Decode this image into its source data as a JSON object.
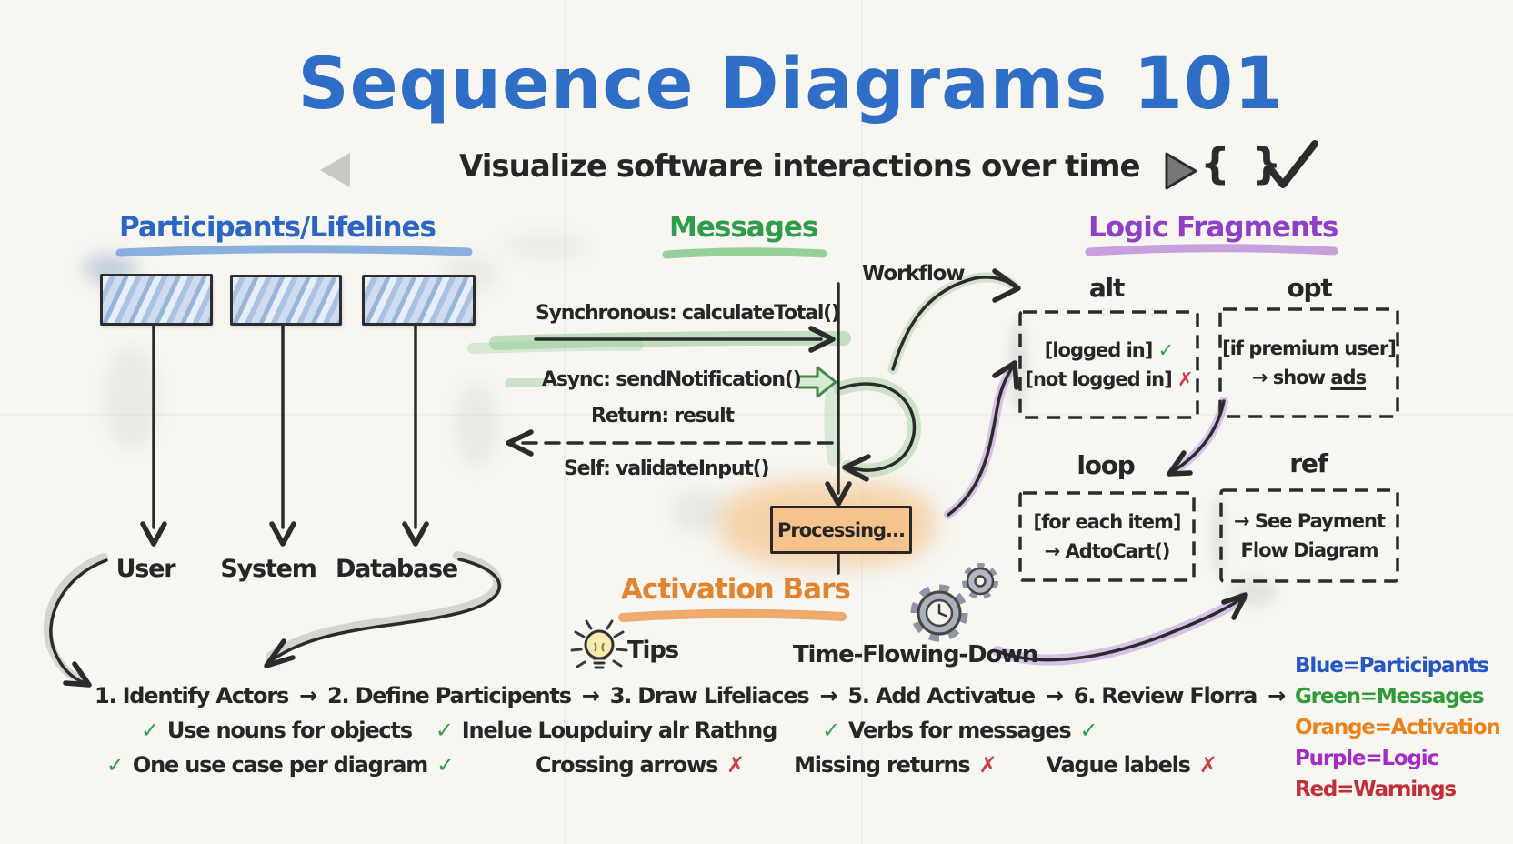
{
  "page": {
    "title": "Sequence Diagrams 101",
    "subtitle": "Visualize software interactions over time",
    "icons": {
      "play": "▶",
      "braces": "{ }",
      "check": "✓"
    }
  },
  "participants": {
    "heading": "Participants/Lifelines",
    "actors": [
      {
        "label": "User"
      },
      {
        "label": "System"
      },
      {
        "label": "Database"
      }
    ]
  },
  "messages": {
    "heading": "Messages",
    "sync_label": "Synchronous: calculateTotal()",
    "async_label": "Async: sendNotification()",
    "return_label": "Return: result",
    "self_label": "Self: validateInput()",
    "workflow_label": "Workflow"
  },
  "activation": {
    "heading": "Activation Bars",
    "processing_label": "Processing...",
    "tips_label": "Tips",
    "time_label": "Time-Flowing-Down"
  },
  "logic": {
    "heading": "Logic Fragments",
    "alt": {
      "label": "alt",
      "line1_text": "[logged in]",
      "line1_mark": "✓",
      "line2_text": "[not logged in]",
      "line2_mark": "✗"
    },
    "opt": {
      "label": "opt",
      "line1_text": "[if premium user]",
      "line2_prefix": "→ show ",
      "line2_underlined": "ads"
    },
    "loop": {
      "label": "loop",
      "line1_text": "[for each item]",
      "line2_text": "→ AdtoCart()"
    },
    "ref": {
      "label": "ref",
      "line1_text": "→ See Payment",
      "line2_text": "Flow Diagram"
    }
  },
  "steps": {
    "separator": "→",
    "items": [
      {
        "label": "1. Identify Actors"
      },
      {
        "label": "2. Define Participents"
      },
      {
        "label": "3. Draw Lifeliaces"
      },
      {
        "label": "5. Add Activatue"
      },
      {
        "label": "6. Review Florra"
      }
    ]
  },
  "practices": {
    "row1": [
      {
        "mark": "✓",
        "text": "Use nouns for objects"
      },
      {
        "mark": "✓",
        "text": "Inelue Loupduiry alr Rathng"
      },
      {
        "mark": "✓",
        "text": "Verbs for messages",
        "trailing_mark": "✓"
      }
    ],
    "row2_good": {
      "mark": "✓",
      "text": "One use case per diagram",
      "trailing_mark": "✓"
    },
    "row2_bad": [
      {
        "text": "Crossing arrows",
        "mark": "✗"
      },
      {
        "text": "Missing returns",
        "mark": "✗"
      },
      {
        "text": "Vague labels",
        "mark": "✗"
      }
    ]
  },
  "legend": {
    "items": [
      {
        "text": "Blue=Participants",
        "color": "#2456c6"
      },
      {
        "text": "Green=Messages",
        "color": "#2f9c39"
      },
      {
        "text": "Orange=Activation",
        "color": "#ea831c"
      },
      {
        "text": "Purple=Logic",
        "color": "#a32cc8"
      },
      {
        "text": "Red=Warnings",
        "color": "#c22e38"
      }
    ]
  },
  "colors": {
    "paper": "#f7f6f1",
    "ink": "#262626",
    "participant_blue": "#2b66c4",
    "message_green": "#2e9c4b",
    "activation_orange": "#e2832f",
    "logic_purple": "#9040c8",
    "warning_red": "#d23a43"
  }
}
